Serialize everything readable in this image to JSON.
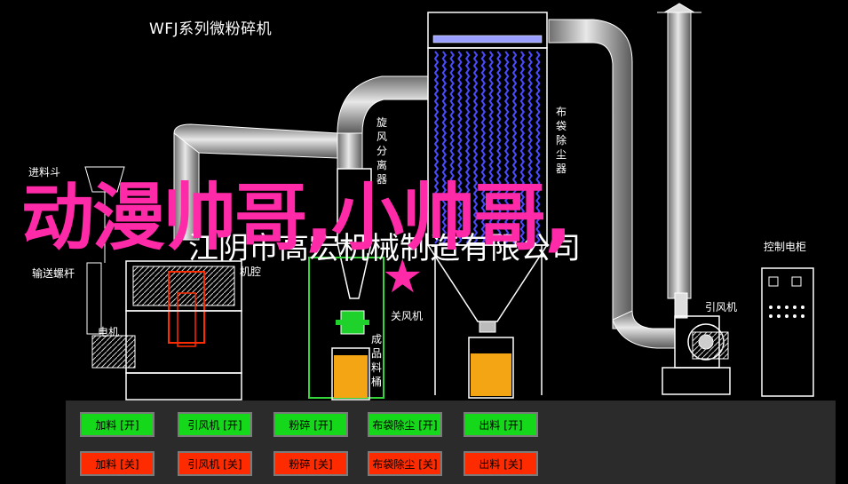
{
  "title": "WFJ系列微粉碎机",
  "company": "江阴市高宏机械制造有限公司",
  "overlay_text": "动漫帅哥,小帅哥,",
  "overlay_star": "★",
  "labels": {
    "feed_screw": "输送螺杆",
    "motor": "电机",
    "mill": "机腔",
    "cyclone": "旋风分离器",
    "bag_filter": "布袋除尘器",
    "shutoff_valve": "关风机",
    "product_bin": "成品料桶",
    "control_cabinet": "控制电柜",
    "induced_fan": "引风机",
    "small_left_label": "进料斗"
  },
  "buttons": {
    "open_row": [
      "加料 [开]",
      "引风机 [开]",
      "粉碎 [开]",
      "布袋除尘 [开]",
      "出料 [开]"
    ],
    "close_row": [
      "加料 [关]",
      "引风机 [关]",
      "粉碎 [关]",
      "布袋除尘 [关]",
      "出料 [关]"
    ]
  },
  "colors": {
    "background": "#000000",
    "line": "#ffffff",
    "pipe": "#bdbdbd",
    "filter_bags": "#4a4aff",
    "green_frame": "#37d33b",
    "powder": "#f3a514",
    "overlay": "#ff2aa8",
    "button_on": "#16d81a",
    "button_off": "#ff2b00",
    "valve": "#1ed12b"
  }
}
